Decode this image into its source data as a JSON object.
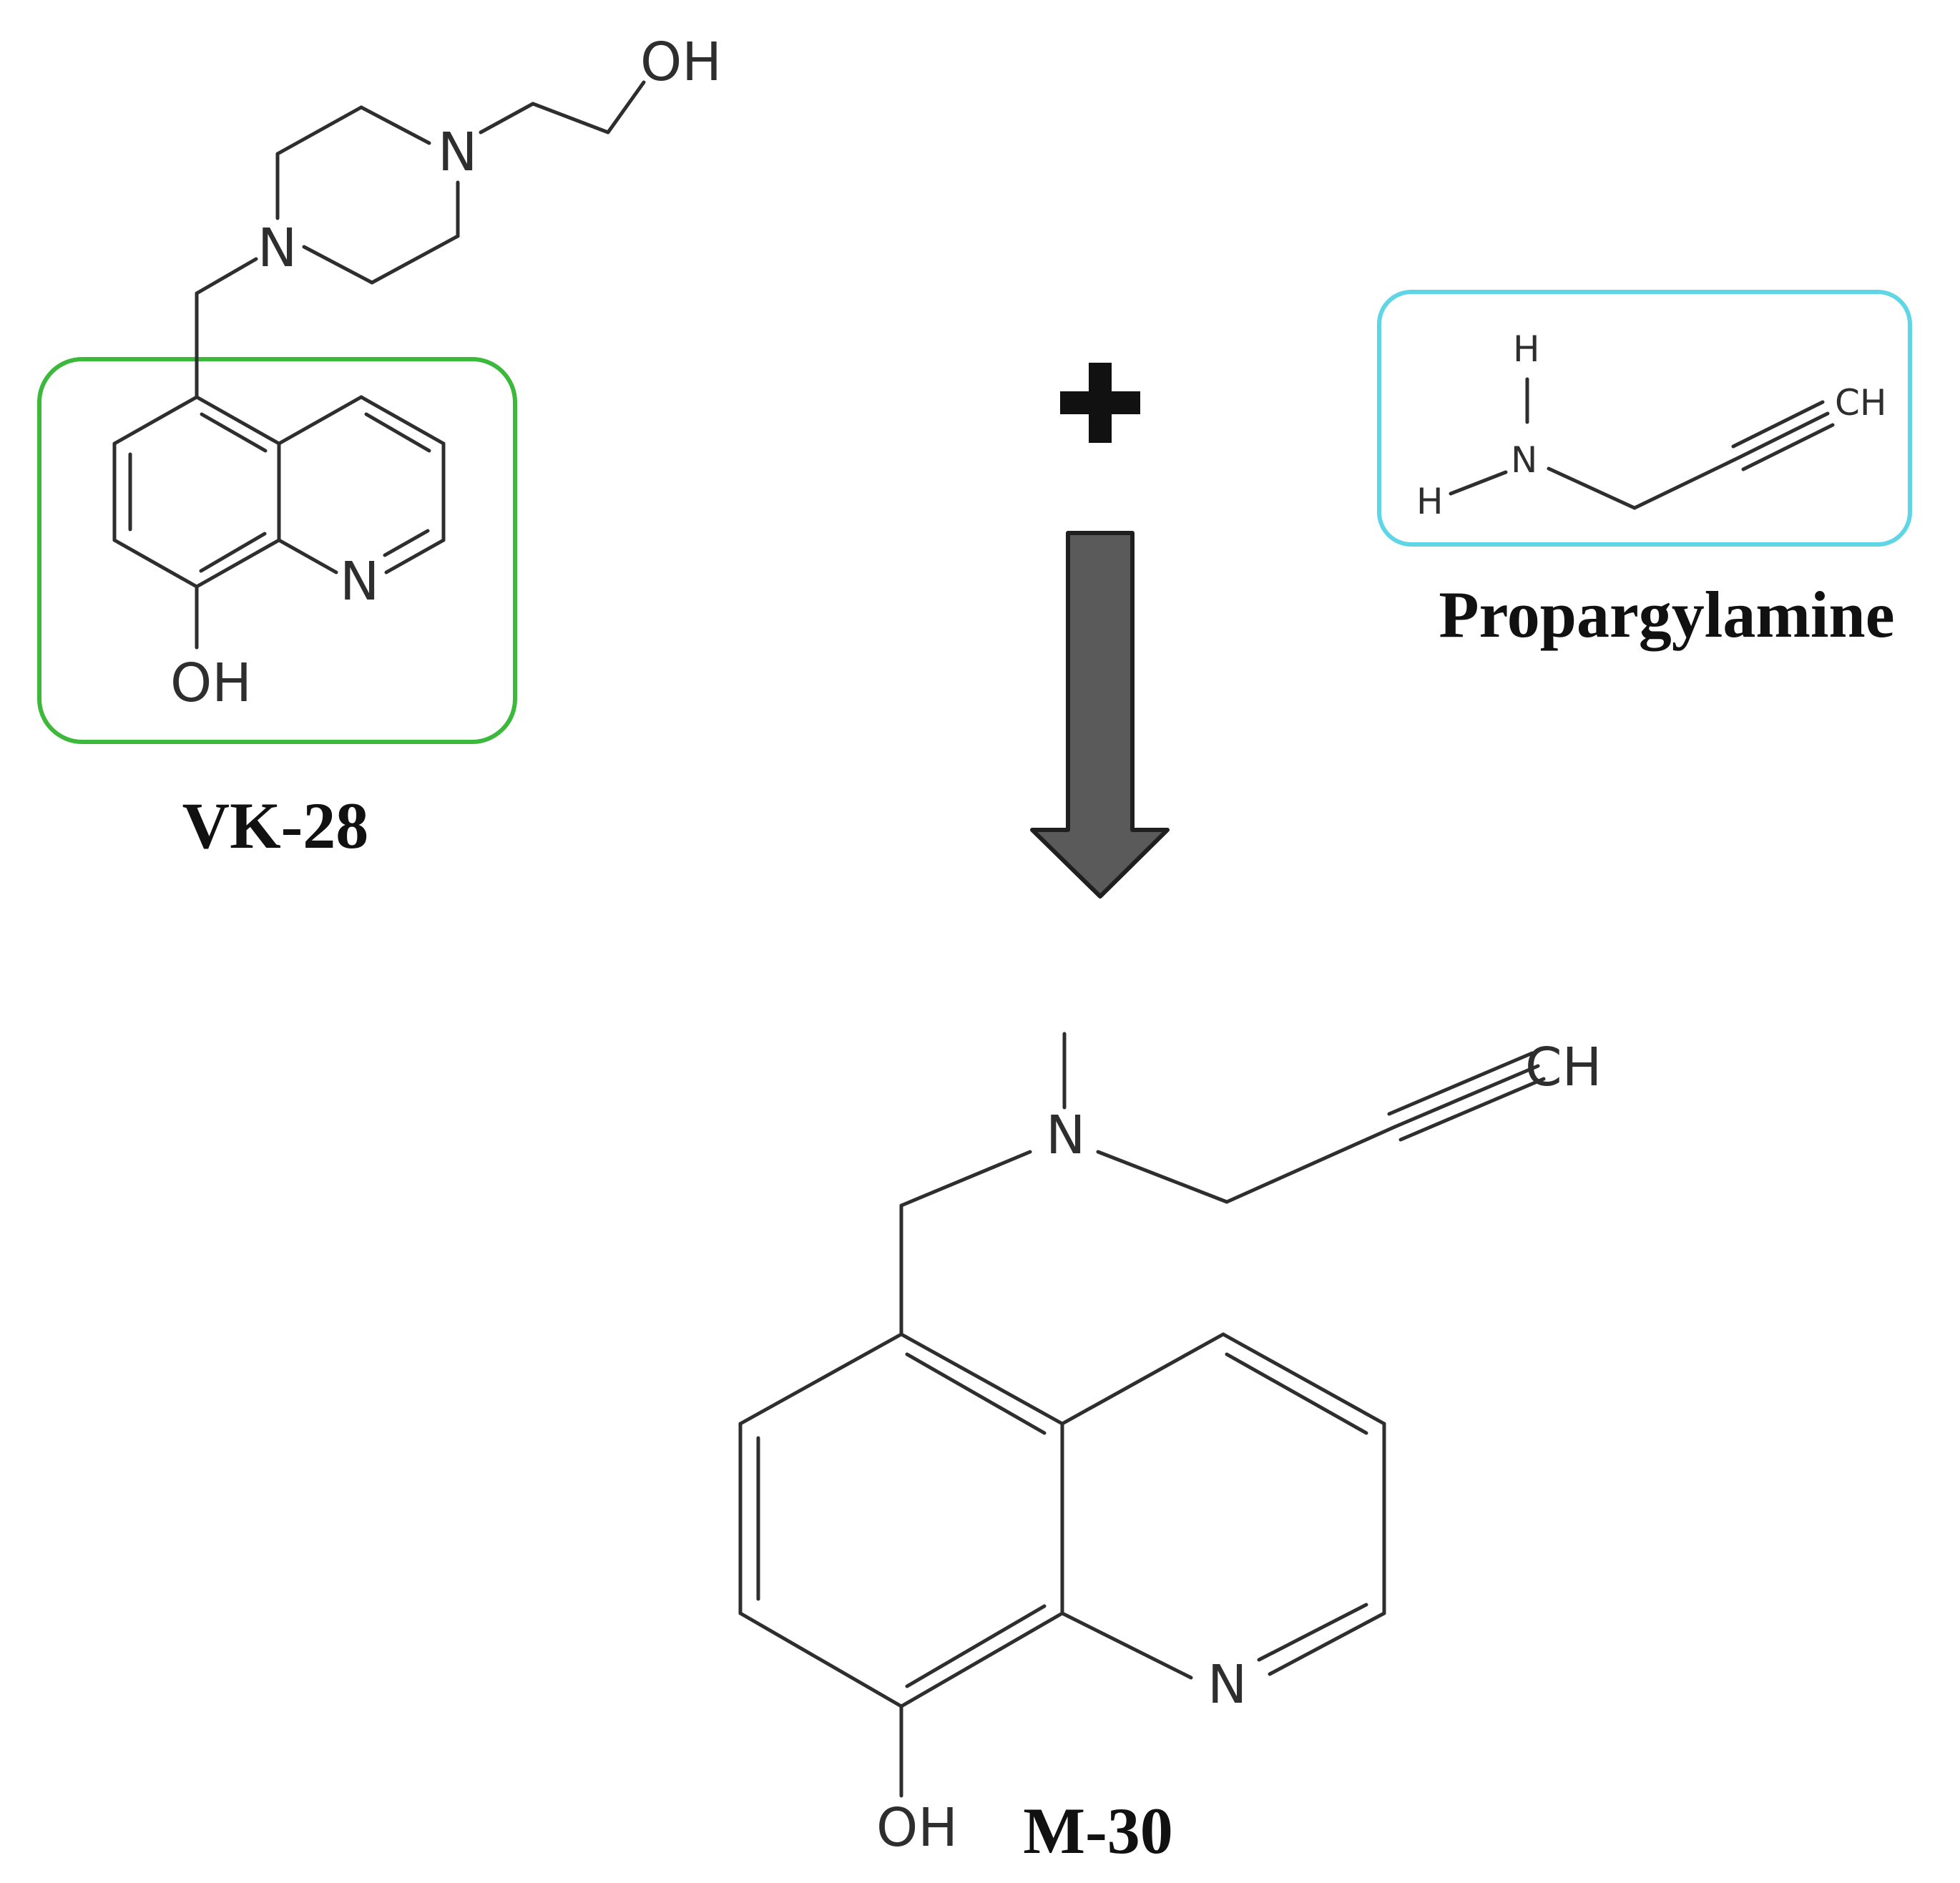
{
  "compounds": {
    "vk28": {
      "name": "VK-28",
      "box_color": "#3cb83a"
    },
    "propargylamine": {
      "name": "Propargylamine",
      "box_color": "#5fd6e6"
    },
    "m30": {
      "name": "M-30"
    }
  },
  "atoms": {
    "oh": "OH",
    "n": "N",
    "h": "H",
    "ch": "CH"
  },
  "operator": {
    "plus": "+"
  },
  "arrow": {
    "color": "#5a5a5a",
    "direction": "down"
  }
}
